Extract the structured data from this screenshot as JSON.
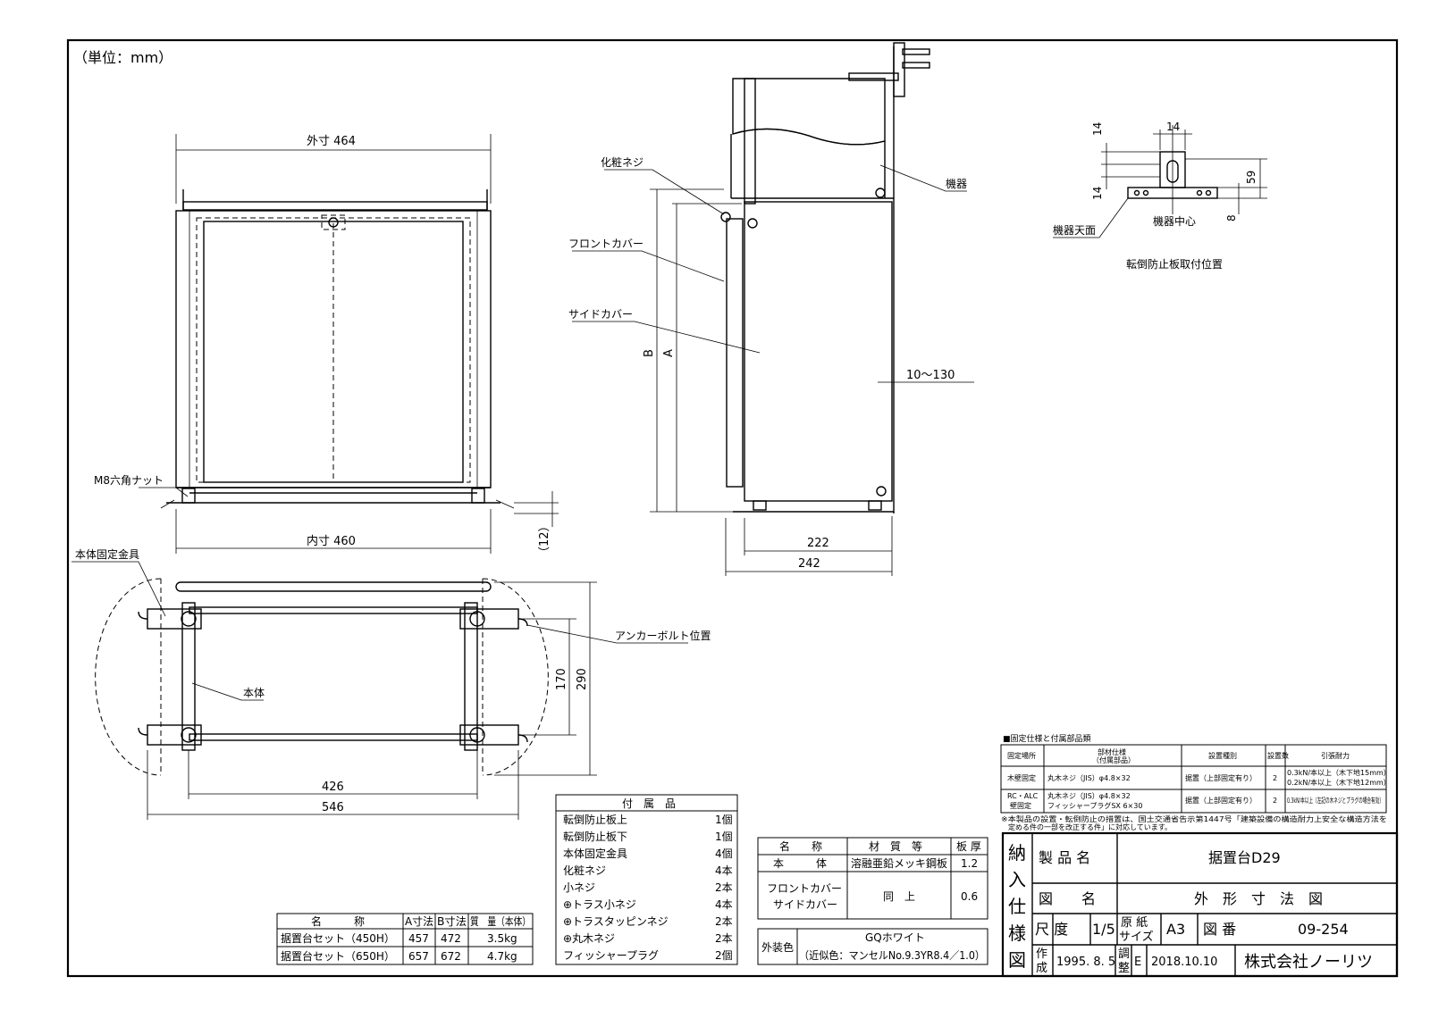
{
  "unit_note": "（単位：mm）",
  "front_view": {
    "outer_dim": "外寸 464",
    "inner_dim": "内寸 460",
    "nut_label": "M8六角ナット",
    "gap_dim": "（12）"
  },
  "side_view": {
    "screw_label": "化粧ネジ",
    "front_cover": "フロントカバー",
    "side_cover": "サイドカバー",
    "device": "機器",
    "dim_b": "B",
    "dim_a": "A",
    "dim_range": "10～130",
    "dim_222": "222",
    "dim_242": "242"
  },
  "plan_view": {
    "bracket_label": "本体固定金具",
    "anchor_label": "アンカーボルト位置",
    "body_label": "本体",
    "dim_170": "170",
    "dim_290": "290",
    "dim_426": "426",
    "dim_546": "546"
  },
  "tip_plate": {
    "title": "転倒防止板取付位置",
    "device_top": "機器天面",
    "device_center": "機器中心",
    "dim_14_top": "14",
    "dim_14_left": "14",
    "dim_14_left2": "14",
    "dim_59": "59",
    "dim_8": "8"
  },
  "fixing_table": {
    "caption": "■固定仕様と付属部品類",
    "headers": [
      "固定場所",
      "部材仕様",
      "（付属部品）",
      "設置種別",
      "設置数",
      "引張耐力"
    ],
    "rows": [
      {
        "place": "木壁固定",
        "spec1": "丸木ネジ（JIS）φ4.8×32",
        "spec2": "",
        "kind": "据置（上部固定有り）",
        "count": "2",
        "force1": "0.3kN/本以上（木下地15mm）",
        "force2": "0.2kN/本以上（木下地12mm）"
      },
      {
        "place": "RC・ALC",
        "place2": "壁固定",
        "spec1": "丸木ネジ（JIS）φ4.8×32",
        "spec2": "フィッシャープラグSX 6×30",
        "kind": "据置（上部固定有り）",
        "count": "2",
        "force1": "0.3kN/本以上（左記の木ネジとプラグの場合有効）",
        "force2": ""
      }
    ],
    "note1": "※本製品の設置・転倒防止の措置は、国土交通省告示第1447号「建築設備の構造耐力上安全な構造方法を",
    "note2": "　定める件の一部を改正する件」に対応しています。"
  },
  "accessories": {
    "title": "付　属　品",
    "items": [
      {
        "name": "転倒防止板上",
        "qty": "1個"
      },
      {
        "name": "転倒防止板下",
        "qty": "1個"
      },
      {
        "name": "本体固定金具",
        "qty": "4個"
      },
      {
        "name": "化粧ネジ",
        "qty": "4本"
      },
      {
        "name": "小ネジ",
        "qty": "2本"
      },
      {
        "name": "⊕トラス小ネジ",
        "qty": "4本"
      },
      {
        "name": "⊕トラスタッピンネジ",
        "qty": "2本"
      },
      {
        "name": "⊕丸木ネジ",
        "qty": "2本"
      },
      {
        "name": "フィッシャープラグ",
        "qty": "2個"
      }
    ]
  },
  "material_table": {
    "h_name": "名　　称",
    "h_material": "材　質　等",
    "h_thickness": "板 厚",
    "r1_name": "本　　　体",
    "r1_material": "溶融亜鉛メッキ鋼板",
    "r1_thickness": "1.2",
    "r2_name1": "フロントカバー",
    "r2_name2": "サイドカバー",
    "r2_material": "同　上",
    "r2_thickness": "0.6",
    "color_label": "外装色",
    "color_value1": "GQホワイト",
    "color_value2": "（近似色：マンセルNo.9.3YR8.4／1.0）"
  },
  "size_table": {
    "headers": [
      "名　　　称",
      "A寸法",
      "B寸法",
      "質　量（本体）"
    ],
    "rows": [
      {
        "name": "据置台セット（450H）",
        "a": "457",
        "b": "472",
        "mass": "3.5kg"
      },
      {
        "name": "据置台セット（650H）",
        "a": "657",
        "b": "672",
        "mass": "4.7kg"
      }
    ]
  },
  "title_block": {
    "side_chars": [
      "納",
      "入",
      "仕",
      "様",
      "図"
    ],
    "product_label": "製 品 名",
    "product_value": "据置台D29",
    "drawing_label": "図　　名",
    "drawing_value": "外　形　寸　法　図",
    "scale_label": "尺 度",
    "scale_value": "1/5",
    "paper_label1": "原 紙",
    "paper_label2": "サイズ",
    "paper_value": "A3",
    "number_label": "図 番",
    "number_value": "09-254",
    "made_label1": "作",
    "made_label2": "成",
    "made_date": "1995. 8. 5",
    "adj_label1": "調",
    "adj_label2": "整",
    "rev": "E",
    "adj_date": "2018.10.10",
    "company": "株式会社ノーリツ"
  }
}
